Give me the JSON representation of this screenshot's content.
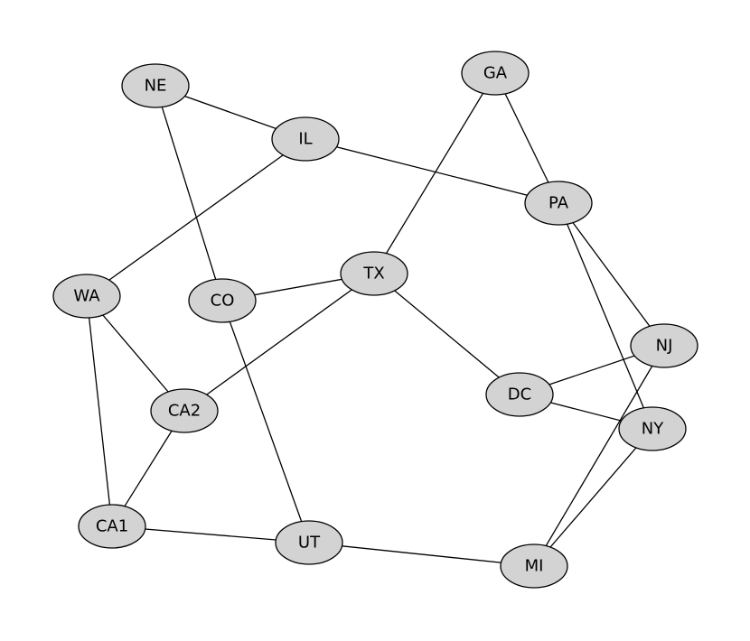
{
  "graph": {
    "node_fill": "#d3d3d3",
    "line_color": "#000000",
    "nodes": [
      {
        "id": "NE",
        "label": "NE"
      },
      {
        "id": "IL",
        "label": "IL"
      },
      {
        "id": "GA",
        "label": "GA"
      },
      {
        "id": "PA",
        "label": "PA"
      },
      {
        "id": "WA",
        "label": "WA"
      },
      {
        "id": "CO",
        "label": "CO"
      },
      {
        "id": "TX",
        "label": "TX"
      },
      {
        "id": "NJ",
        "label": "NJ"
      },
      {
        "id": "DC",
        "label": "DC"
      },
      {
        "id": "CA2",
        "label": "CA2"
      },
      {
        "id": "NY",
        "label": "NY"
      },
      {
        "id": "CA1",
        "label": "CA1"
      },
      {
        "id": "UT",
        "label": "UT"
      },
      {
        "id": "MI",
        "label": "MI"
      }
    ],
    "edges": [
      [
        "NE",
        "IL"
      ],
      [
        "NE",
        "CO"
      ],
      [
        "IL",
        "PA"
      ],
      [
        "IL",
        "WA"
      ],
      [
        "GA",
        "PA"
      ],
      [
        "GA",
        "TX"
      ],
      [
        "PA",
        "NJ"
      ],
      [
        "PA",
        "NY"
      ],
      [
        "WA",
        "CA2"
      ],
      [
        "WA",
        "CA1"
      ],
      [
        "CO",
        "TX"
      ],
      [
        "CO",
        "UT"
      ],
      [
        "TX",
        "CA2"
      ],
      [
        "TX",
        "DC"
      ],
      [
        "NJ",
        "DC"
      ],
      [
        "NJ",
        "MI"
      ],
      [
        "DC",
        "NY"
      ],
      [
        "CA2",
        "CA1"
      ],
      [
        "NY",
        "MI"
      ],
      [
        "CA1",
        "UT"
      ],
      [
        "UT",
        "MI"
      ]
    ]
  }
}
